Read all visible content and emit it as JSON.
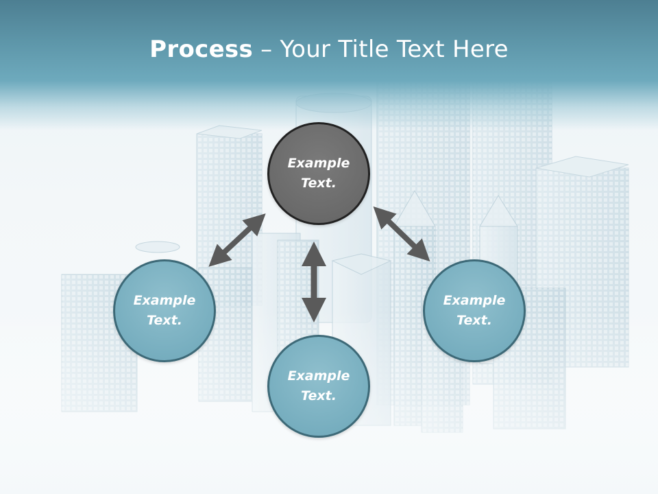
{
  "slide": {
    "title_bold": "Process",
    "title_separator": "–",
    "title_rest": "Your Title Text Here"
  },
  "nodes": {
    "top": {
      "line1": "Example",
      "line2": "Text."
    },
    "left": {
      "line1": "Example",
      "line2": "Text."
    },
    "right": {
      "line1": "Example",
      "line2": "Text."
    },
    "bottom": {
      "line1": "Example",
      "line2": "Text."
    }
  },
  "colors": {
    "header": "#5f98ab",
    "node_blue": "#77aebf",
    "node_gray": "#6a6a6a",
    "arrow": "#5a5a5a"
  },
  "icons": {
    "arrow": "double-headed-arrow",
    "background": "skyscraper-city-illustration"
  }
}
